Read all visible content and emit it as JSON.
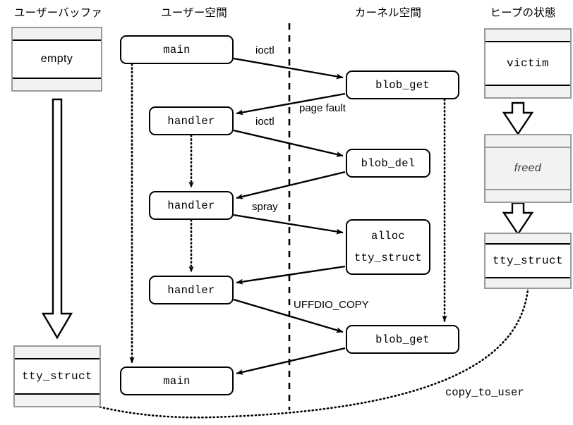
{
  "diagram": {
    "title_columns": [
      {
        "name": "user-buffer",
        "label": "ユーザーバッファ"
      },
      {
        "name": "user-space",
        "label": "ユーザー空間"
      },
      {
        "name": "kernel-space",
        "label": "カーネル空間"
      },
      {
        "name": "heap-state",
        "label": "ヒープの状態"
      }
    ],
    "user_buffer": {
      "top_slot_label": "empty",
      "bottom_slot_label": "tty_struct"
    },
    "user_space": {
      "boxes": [
        {
          "name": "main-top",
          "label": "main"
        },
        {
          "name": "handler-1",
          "label": "handler"
        },
        {
          "name": "handler-2",
          "label": "handler"
        },
        {
          "name": "handler-3",
          "label": "handler"
        },
        {
          "name": "main-bottom",
          "label": "main"
        }
      ]
    },
    "kernel_space": {
      "boxes": [
        {
          "name": "blob-get-top",
          "label": "blob_get",
          "label2": ""
        },
        {
          "name": "blob-del",
          "label": "blob_del",
          "label2": ""
        },
        {
          "name": "alloc-tty-struct",
          "label": "alloc",
          "label2": "tty_struct"
        },
        {
          "name": "blob-get-bottom",
          "label": "blob_get",
          "label2": ""
        }
      ]
    },
    "heap_state": {
      "slots": [
        {
          "name": "heap-victim",
          "label": "victim",
          "state": "allocated"
        },
        {
          "name": "heap-freed",
          "label": "freed",
          "state": "freed"
        },
        {
          "name": "heap-tty-struct",
          "label": "tty_struct",
          "state": "allocated"
        }
      ]
    },
    "edge_labels": [
      {
        "name": "label-ioctl-1",
        "text": "ioctl"
      },
      {
        "name": "label-page-fault",
        "text": "page fault"
      },
      {
        "name": "label-ioctl-2",
        "text": "ioctl"
      },
      {
        "name": "label-spray",
        "text": "spray"
      },
      {
        "name": "label-uffdio-copy",
        "text": "UFFDIO_COPY"
      },
      {
        "name": "label-copy-to-user",
        "text": "copy_to_user"
      }
    ],
    "colors": {
      "stroke": "#000000",
      "slot_border": "#9a9a9a",
      "slot_fill": "#f2f2f2",
      "background": "#ffffff"
    }
  }
}
